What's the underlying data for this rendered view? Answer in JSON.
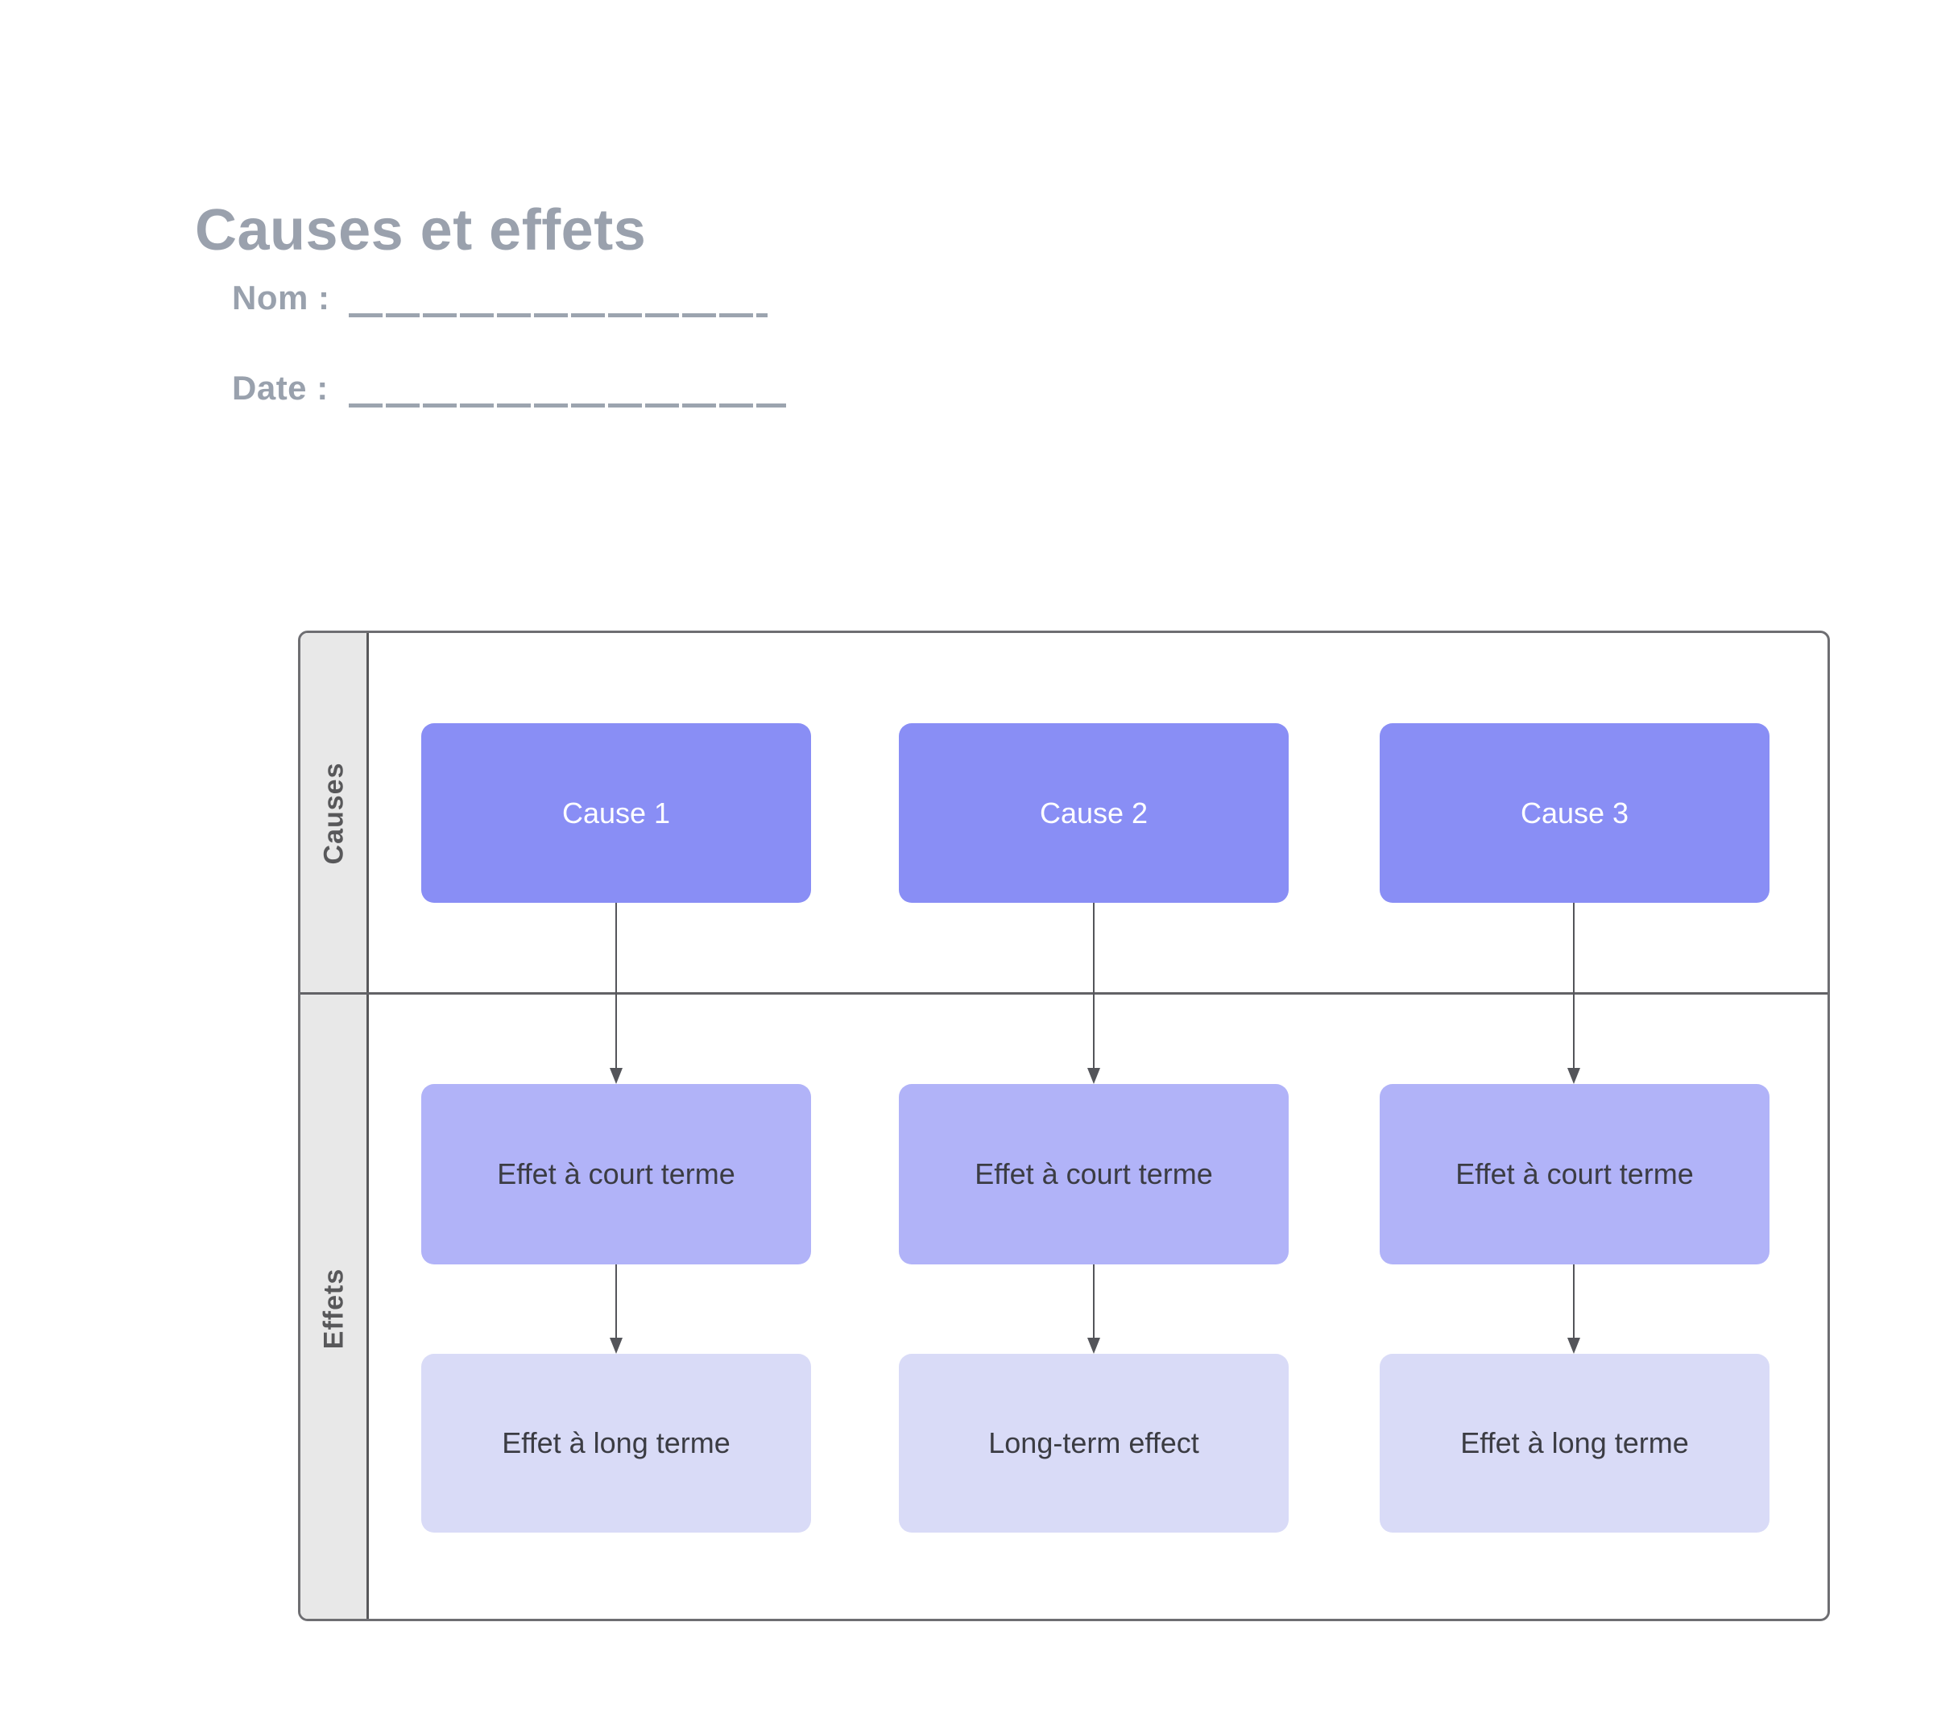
{
  "page": {
    "title": "Causes et effets"
  },
  "fields": {
    "name": {
      "label": "Nom :",
      "value": ""
    },
    "date": {
      "label": "Date :",
      "value": ""
    }
  },
  "matrix": {
    "row_labels": {
      "causes": "Causes",
      "effets": "Effets"
    },
    "columns": [
      {
        "cause": "Cause 1",
        "short_term": "Effet à court terme",
        "long_term": "Effet à long terme"
      },
      {
        "cause": "Cause 2",
        "short_term": "Effet à court terme",
        "long_term": "Long-term effect"
      },
      {
        "cause": "Cause 3",
        "short_term": "Effet à court terme",
        "long_term": "Effet à long terme"
      }
    ]
  },
  "colors": {
    "cause_fill": "#898EF5",
    "short_term_fill": "#B1B3F8",
    "long_term_fill": "#D9DBF7",
    "label_column_fill": "#E8E8E8",
    "table_border": "#6E6E72",
    "arrow": "#54555A",
    "heading_text": "#9AA1AD",
    "box_text_dark": "#3B3C43",
    "cause_text": "#FFFFFF"
  }
}
